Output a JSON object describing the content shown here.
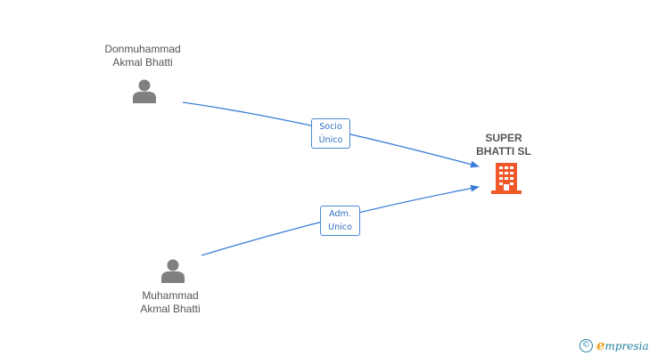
{
  "nodes": {
    "person_top": {
      "name_line1": "Donmuhammad",
      "name_line2": "Akmal Bhatti",
      "icon": "person-icon"
    },
    "person_bottom": {
      "name_line1": "Muhammad",
      "name_line2": "Akmal Bhatti",
      "icon": "person-icon"
    },
    "company": {
      "name_line1": "SUPER",
      "name_line2": "BHATTI SL",
      "icon": "building-icon"
    }
  },
  "edges": {
    "top": {
      "label_line1": "Socio",
      "label_line2": "Único"
    },
    "bottom": {
      "label_line1": "Adm.",
      "label_line2": "Unico"
    }
  },
  "colors": {
    "edge": "#3d7fd6",
    "person_icon": "#808080",
    "company_icon": "#f0582a"
  },
  "watermark": {
    "symbol": "©",
    "brand_initial": "e",
    "brand_rest": "mpresia"
  }
}
